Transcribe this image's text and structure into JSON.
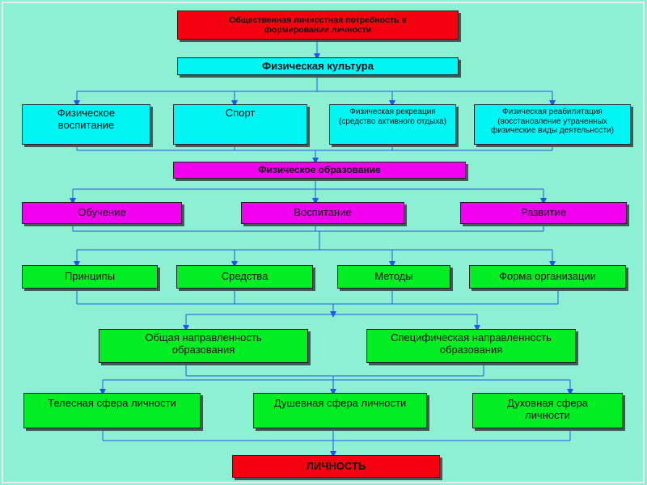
{
  "diagram": {
    "top_need": "Общественная личностная потребность в формировании личности",
    "physical_culture": "Физическая культура",
    "culture_branches": [
      "Физическое воспитание",
      "Спорт",
      "Физическая рекреация (средство активного отдыха)",
      "Физическая реабилитация (восстановление утраченных физические виды деятельности)"
    ],
    "physical_education": "Физическое образование",
    "education_processes": [
      "Обучение",
      "Воспитание",
      "Развитие"
    ],
    "education_components": [
      "Принципы",
      "Средства",
      "Методы",
      "Форма организации"
    ],
    "orientations": [
      "Общая направленность образования",
      "Специфическая направленность образования"
    ],
    "personality_spheres": [
      "Телесная сфера личности",
      "Душевная сфера личности",
      "Духовная сфера личности"
    ],
    "result": "ЛИЧНОСТЬ"
  },
  "colors": {
    "background": "#8ef0d2",
    "red": "#f5000f",
    "cyan": "#00f5f5",
    "magenta": "#f000ee",
    "green": "#00ee22",
    "connector": "#2255ee"
  }
}
